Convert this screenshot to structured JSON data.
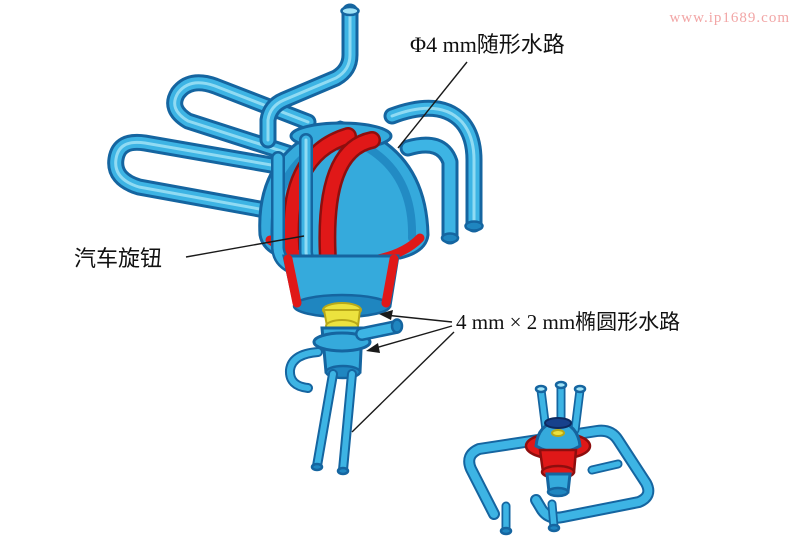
{
  "canvas": {
    "background": "#ffffff"
  },
  "watermark": {
    "text": "www.ip1689.com",
    "color": "#f2a6a6"
  },
  "annotations": {
    "conformal_channel_label": "Φ4 mm随形水路",
    "knob_label": "汽车旋钮",
    "elliptical_channel_label": "4 mm × 2 mm椭圆形水路"
  },
  "figure": {
    "colors": {
      "tube": "#3db4e4",
      "tube_mid": "#1f86c0",
      "tube_dark": "#1565a0",
      "tube_light": "#9fe2f6",
      "dome": "#35aadc",
      "red": "#e01818",
      "red_dark": "#8e0e0e",
      "yellow": "#ece23e",
      "yellow_dark": "#b8a818",
      "cap_navy": "#17418c",
      "line": "#1a1a1a"
    }
  }
}
